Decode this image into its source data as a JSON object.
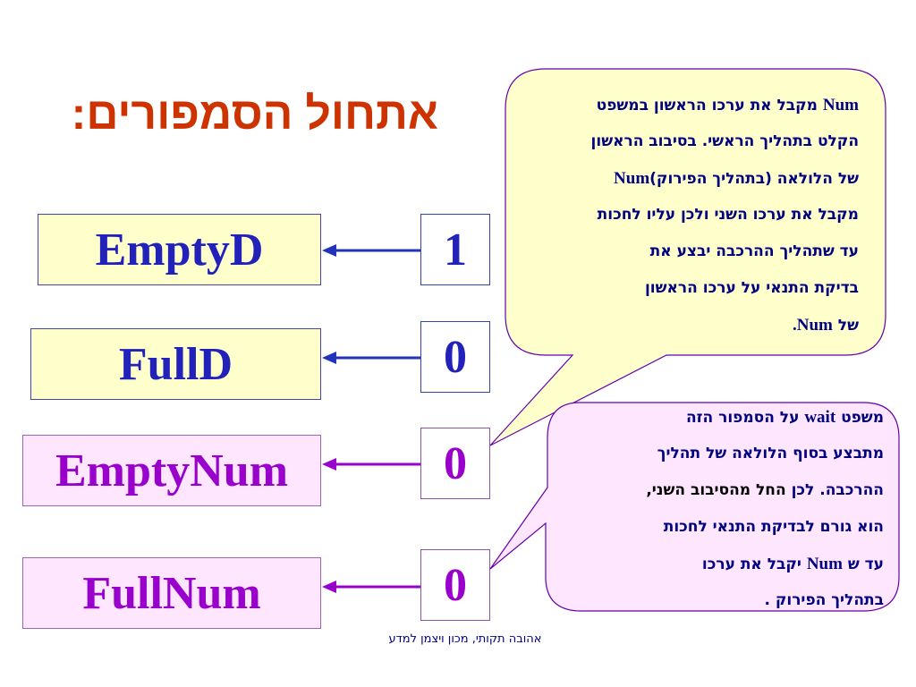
{
  "title": "אתחול הסמפורים:",
  "colors": {
    "title": "#cc3300",
    "d_text": "#2222bb",
    "d_fill": "#ffffcc",
    "num_text": "#9900cc",
    "num_fill": "#ffe6ff",
    "callout_top_fill": "#ffffcc",
    "callout_bottom_fill": "#ffe6ff",
    "callout_text": "#000080"
  },
  "semaphores": [
    {
      "name": "EmptyD",
      "value": "1",
      "group": "d"
    },
    {
      "name": "FullD",
      "value": "0",
      "group": "d"
    },
    {
      "name": "EmptyNum",
      "value": "0",
      "group": "num"
    },
    {
      "name": "FullNum",
      "value": "0",
      "group": "num"
    }
  ],
  "callout_top": {
    "lines": [
      [
        "Num",
        " מקבל את ערכו הראשון במשפט"
      ],
      [
        "הקלט בתהליך הראשי. בסיבוב הראשון"
      ],
      [
        "של הלולאה (בתהליך הפירוק)",
        "Num"
      ],
      [
        "מקבל את ערכו השני ולכן עליו לחכות"
      ],
      [
        "עד שתהליך ההרכבה יבצע את"
      ],
      [
        "בדיקת התנאי על ערכו הראשון"
      ],
      [
        "של ",
        "Num."
      ]
    ]
  },
  "callout_bottom": {
    "lines": [
      [
        "משפט ",
        "wait",
        " על הסמפור הזה"
      ],
      [
        "מתבצע בסוף הלולאה של תהליך"
      ],
      [
        "ההרכבה. לכן ",
        "החל מהסיבוב השני,"
      ],
      [
        "הוא גורם לבדיקת התנאי לחכות"
      ],
      [
        "עד ש ",
        "Num",
        " יקבל את ערכו"
      ],
      [
        "בתהליך הפירוק ."
      ]
    ]
  },
  "footer": "אהובה תקותי, מכון ויצמן למדע"
}
